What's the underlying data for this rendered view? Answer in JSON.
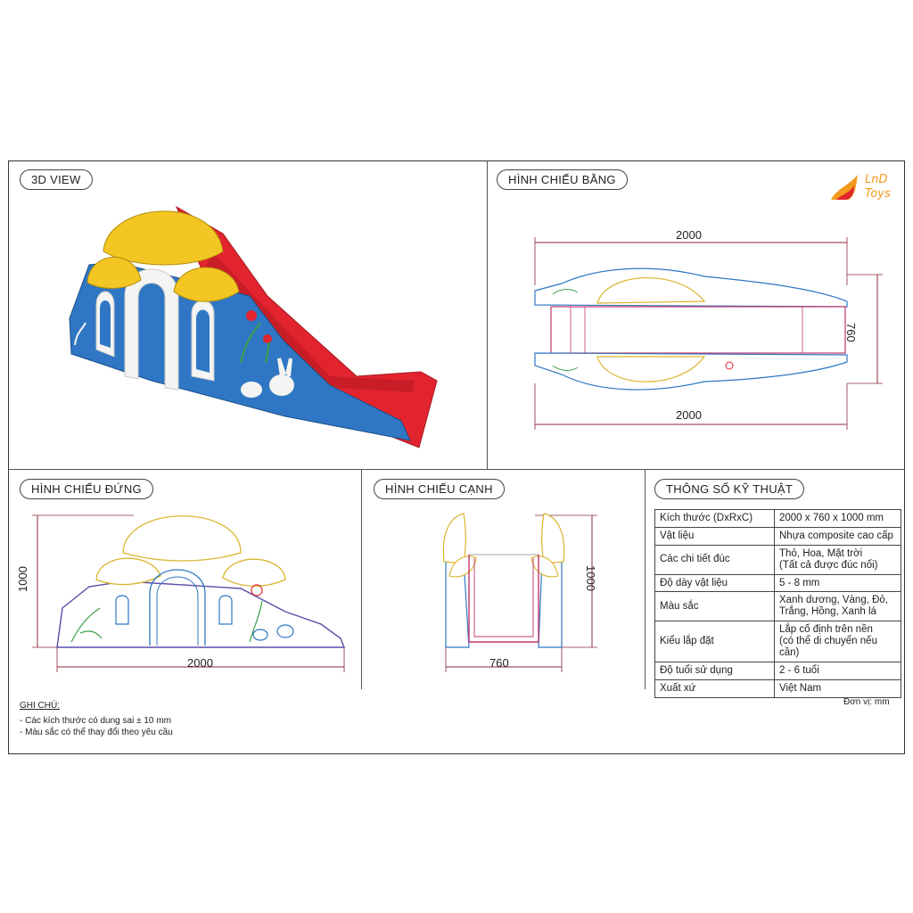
{
  "panels": {
    "view3d": "3D VIEW",
    "top": "HÌNH CHIẾU BẰNG",
    "front": "HÌNH CHIẾU ĐỨNG",
    "side": "HÌNH CHIẾU CẠNH",
    "specs": "THÔNG SỐ KỸ THUẬT"
  },
  "dimensions": {
    "top_length_upper": "2000",
    "top_length_lower": "2000",
    "top_width": "760",
    "front_height": "1000",
    "front_length": "2000",
    "side_height": "1000",
    "side_width": "760"
  },
  "specs_table": [
    {
      "label": "Kích thước (DxRxC)",
      "value": "2000 x 760 x 1000 mm"
    },
    {
      "label": "Vật liệu",
      "value": "Nhựa composite cao cấp"
    },
    {
      "label": "Các chi tiết đúc",
      "value": "Thỏ, Hoa, Mặt trời",
      "value2": "(Tất cả được đúc nổi)"
    },
    {
      "label": "Độ dày vật liệu",
      "value": "5 - 8 mm"
    },
    {
      "label": "Màu sắc",
      "value": "Xanh dương, Vàng, Đỏ,",
      "value2": "Trắng, Hồng, Xanh lá"
    },
    {
      "label": "Kiểu lắp đặt",
      "value": "Lắp cố định trên nền",
      "value2": "(có thể di chuyển nếu cần)"
    },
    {
      "label": "Độ tuổi sử dụng",
      "value": "2 - 6 tuổi"
    },
    {
      "label": "Xuất xứ",
      "value": "Việt Nam"
    }
  ],
  "notes": {
    "title": "GHI CHÚ:",
    "line1": "- Các kích thước có dung sai ± 10 mm",
    "line2": "- Màu sắc có thể thay đổi theo yêu cầu"
  },
  "unit": "Đơn vị: mm",
  "logo": {
    "line1": "LnD",
    "line2": "Toys"
  },
  "colors": {
    "blue": "#2f77c4",
    "yellow": "#f3c623",
    "red": "#e2242e",
    "white": "#f4f4f2",
    "outline": "#444444"
  }
}
